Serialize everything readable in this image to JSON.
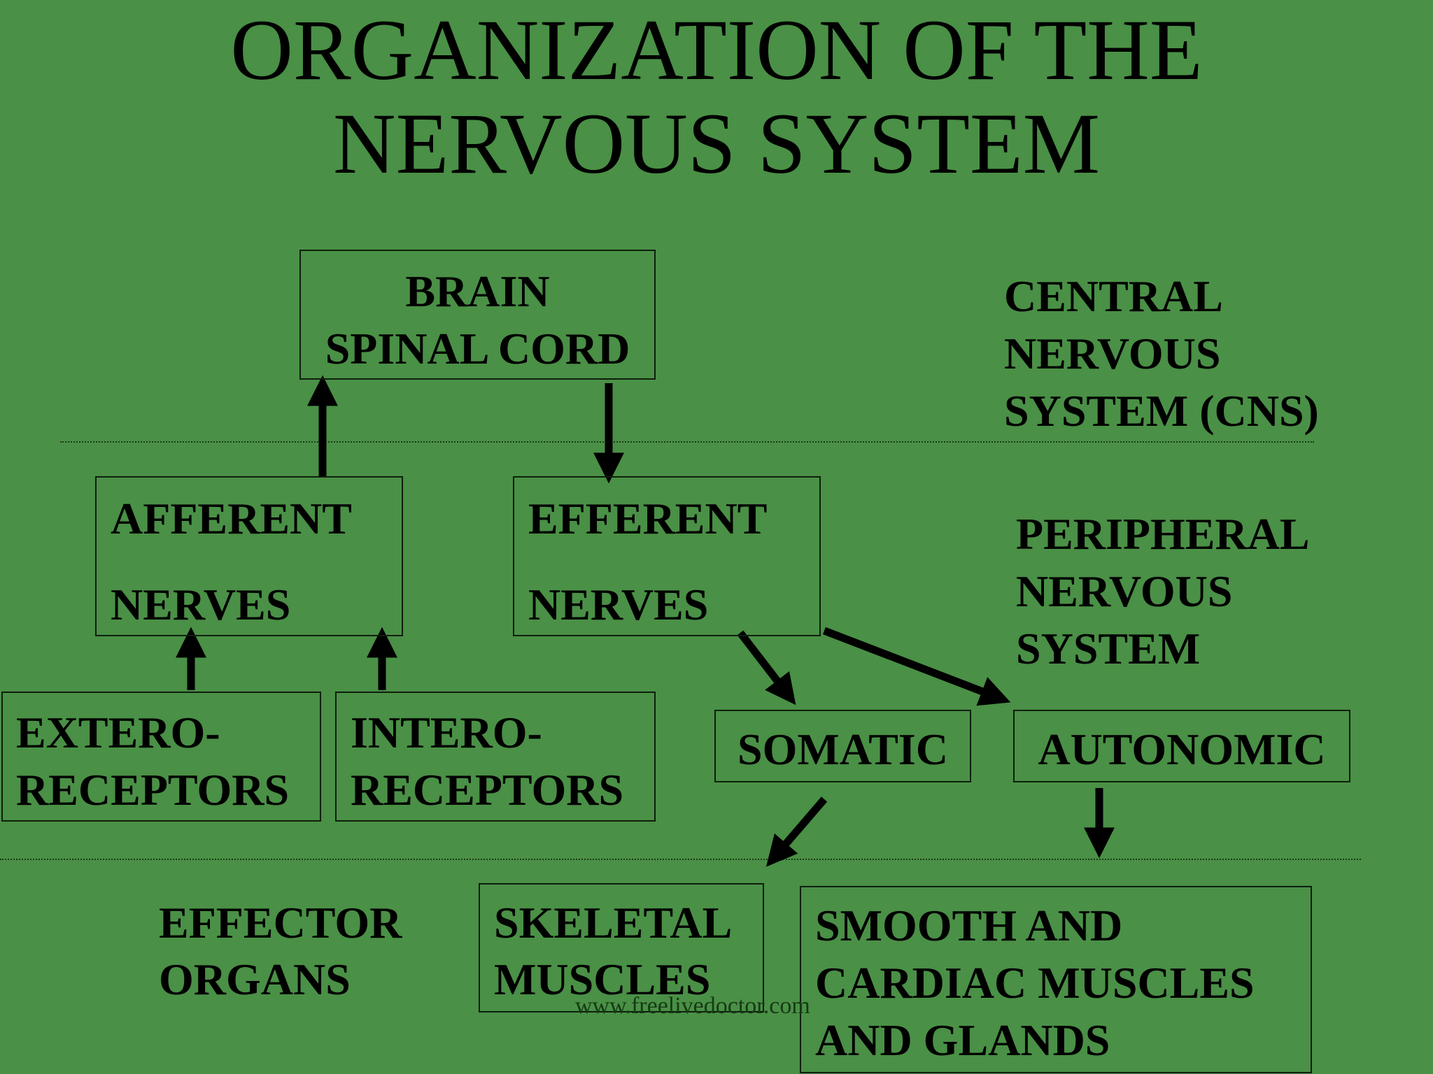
{
  "title": {
    "line1": "ORGANIZATION OF THE",
    "line2": "NERVOUS SYSTEM"
  },
  "nodes": {
    "brain": {
      "line1": "BRAIN",
      "line2": "SPINAL CORD"
    },
    "afferent": {
      "line1": "AFFERENT",
      "line2": "NERVES"
    },
    "efferent": {
      "line1": "EFFERENT",
      "line2": "NERVES"
    },
    "exteroreceptors": {
      "line1": "EXTERO-",
      "line2": "RECEPTORS"
    },
    "interoreceptors": {
      "line1": "INTERO-",
      "line2": "RECEPTORS"
    },
    "somatic": {
      "label": "SOMATIC"
    },
    "autonomic": {
      "label": "AUTONOMIC"
    },
    "skeletal": {
      "line1": "SKELETAL",
      "line2": "MUSCLES"
    },
    "smooth": {
      "line1": "SMOOTH AND",
      "line2": "CARDIAC MUSCLES",
      "line3": "AND GLANDS"
    }
  },
  "regions": {
    "cns": {
      "line1": "CENTRAL",
      "line2": "NERVOUS",
      "line3": "SYSTEM (CNS)"
    },
    "pns": {
      "line1": "PERIPHERAL",
      "line2": "NERVOUS",
      "line3": "SYSTEM"
    },
    "effector": {
      "line1": "EFFECTOR",
      "line2": "ORGANS"
    }
  },
  "watermark": "www.freelivedoctor.com",
  "colors": {
    "background": "#4a9046",
    "ink": "#000000"
  }
}
